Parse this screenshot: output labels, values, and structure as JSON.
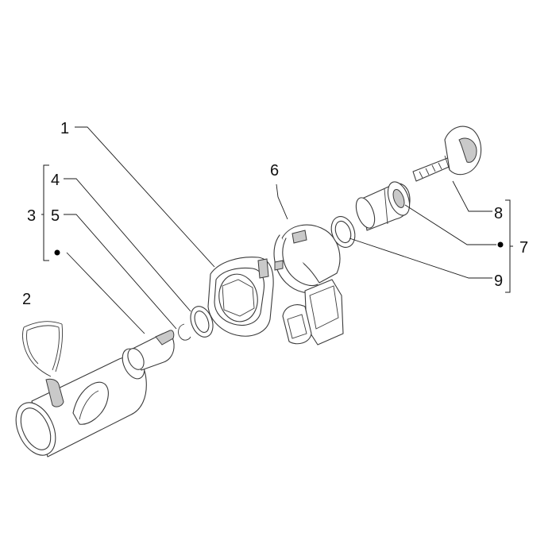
{
  "callouts": {
    "c1": "1",
    "c2": "2",
    "c3": "3",
    "c4": "4",
    "c5": "5",
    "c6": "6",
    "c7": "7",
    "c8": "8",
    "c9": "9"
  },
  "colors": {
    "line": "#3a3a3a",
    "shade": "#c9c9c9",
    "background": "#ffffff"
  }
}
